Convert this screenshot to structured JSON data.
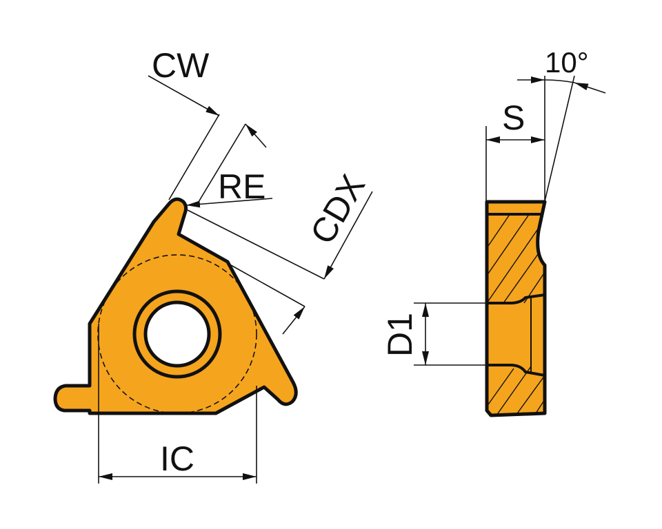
{
  "labels": {
    "cw": "CW",
    "re": "RE",
    "cdx": "CDX",
    "ic": "IC",
    "s": "S",
    "angle": "10°",
    "d1": "D1"
  },
  "colors": {
    "insert_fill": "#F5A41E",
    "outline": "#111111",
    "background": "#FFFFFF"
  }
}
